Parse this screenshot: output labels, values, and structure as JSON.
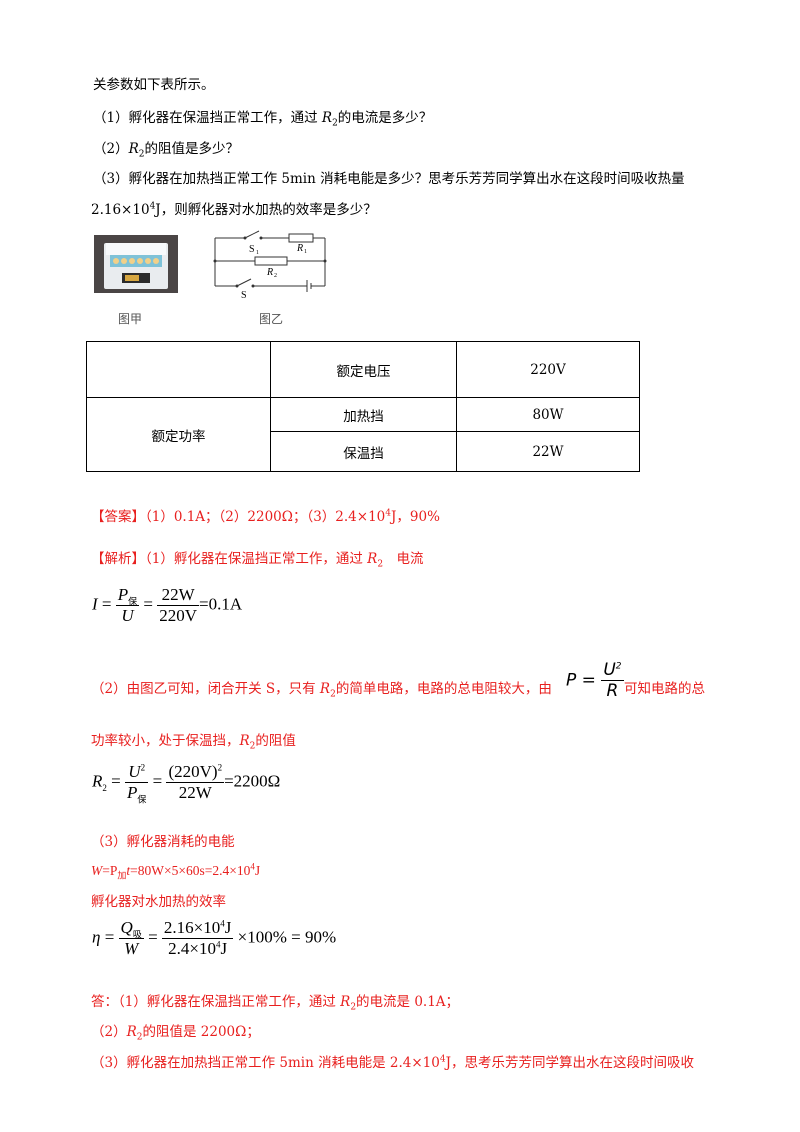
{
  "intro": "关参数如下表所示。",
  "q1": {
    "a": "（1）孵化器在保温挡正常工作，通过 ",
    "b": "的电流是多少？"
  },
  "q2": {
    "a": "（2）",
    "b": "的阻值是多少？"
  },
  "q3": {
    "line1": "（3）孵化器在加热挡正常工作 5min 消耗电能是多少？思考乐芳芳同学算出水在这段时间吸收热量",
    "a": "2.16×10",
    "exp": "4",
    "b": "J，则孵化器对水加热的效率是多少？"
  },
  "figures": {
    "caption_a": "图甲",
    "caption_b": "图乙",
    "s1": "S",
    "s1_sub": "1",
    "s": "S",
    "r1": "R",
    "r1_sub": "1",
    "r2": "R",
    "r2_sub": "2"
  },
  "var": {
    "R": "R",
    "sub2": "2"
  },
  "table": {
    "rated_voltage_label": "额定电压",
    "rated_voltage_value": "220V",
    "rated_power_label": "额定功率",
    "heating_label": "加热挡",
    "heating_value": "80W",
    "keep_warm_label": "保温挡",
    "keep_warm_value": "22W"
  },
  "answer": {
    "tag": "【答案】",
    "a1": "（1）0.1A；（2）2200Ω；（3）2.4×10",
    "exp": "4",
    "a2": "J，90%"
  },
  "analysis": {
    "tag": "【解析】",
    "p1a": "（1）孵化器在保温挡正常工作，通过 ",
    "p1b": "　电流",
    "eq1": {
      "I": "I",
      "P": "P",
      "Psub": "保",
      "U": "U",
      "num": "22W",
      "den": "220V",
      "result": "=0.1A"
    },
    "p2a": "（2）由图乙可知，闭合开关 S，只有 ",
    "p2b": "的简单电路，电路的总电阻较大，由",
    "p2_formula": {
      "num": "U",
      "exp": "2",
      "den": "R",
      "P": "P"
    },
    "p2c": "可知电路的总",
    "p3a": "功率较小，处于保温挡，",
    "p3b": "的阻值",
    "eq2": {
      "U2": "U",
      "exp": "2",
      "P": "P",
      "Psub": "保",
      "num": "(220V)",
      "num_exp": "2",
      "den": "22W",
      "result": "=2200Ω"
    },
    "p4": "（3）孵化器消耗的电能",
    "p5": {
      "W": "W",
      "P": "=P",
      "sub": "加",
      "t": "t",
      "rest": "=80W×5×60s=2.4×10",
      "exp": "4",
      "unit": "J"
    },
    "p6": "孵化器对水加热的效率",
    "eq3": {
      "eta": "η",
      "Q": "Q",
      "Qsub": "吸",
      "W": "W",
      "num": "2.16×10",
      "num_exp": "4",
      "num_unit": "J",
      "den": "2.4×10",
      "den_exp": "4",
      "den_unit": "J",
      "result": "×100% = 90%"
    },
    "ans1a": "答：（1）孵化器在保温挡正常工作，通过 ",
    "ans1b": "的电流是 0.1A；",
    "ans2a": "（2）",
    "ans2b": "的阻值是 2200Ω；",
    "ans3a": "（3）孵化器在加热挡正常工作 5min 消耗电能是 2.4×10",
    "ans3exp": "4",
    "ans3b": "J，思考乐芳芳同学算出水在这段时间吸收"
  }
}
